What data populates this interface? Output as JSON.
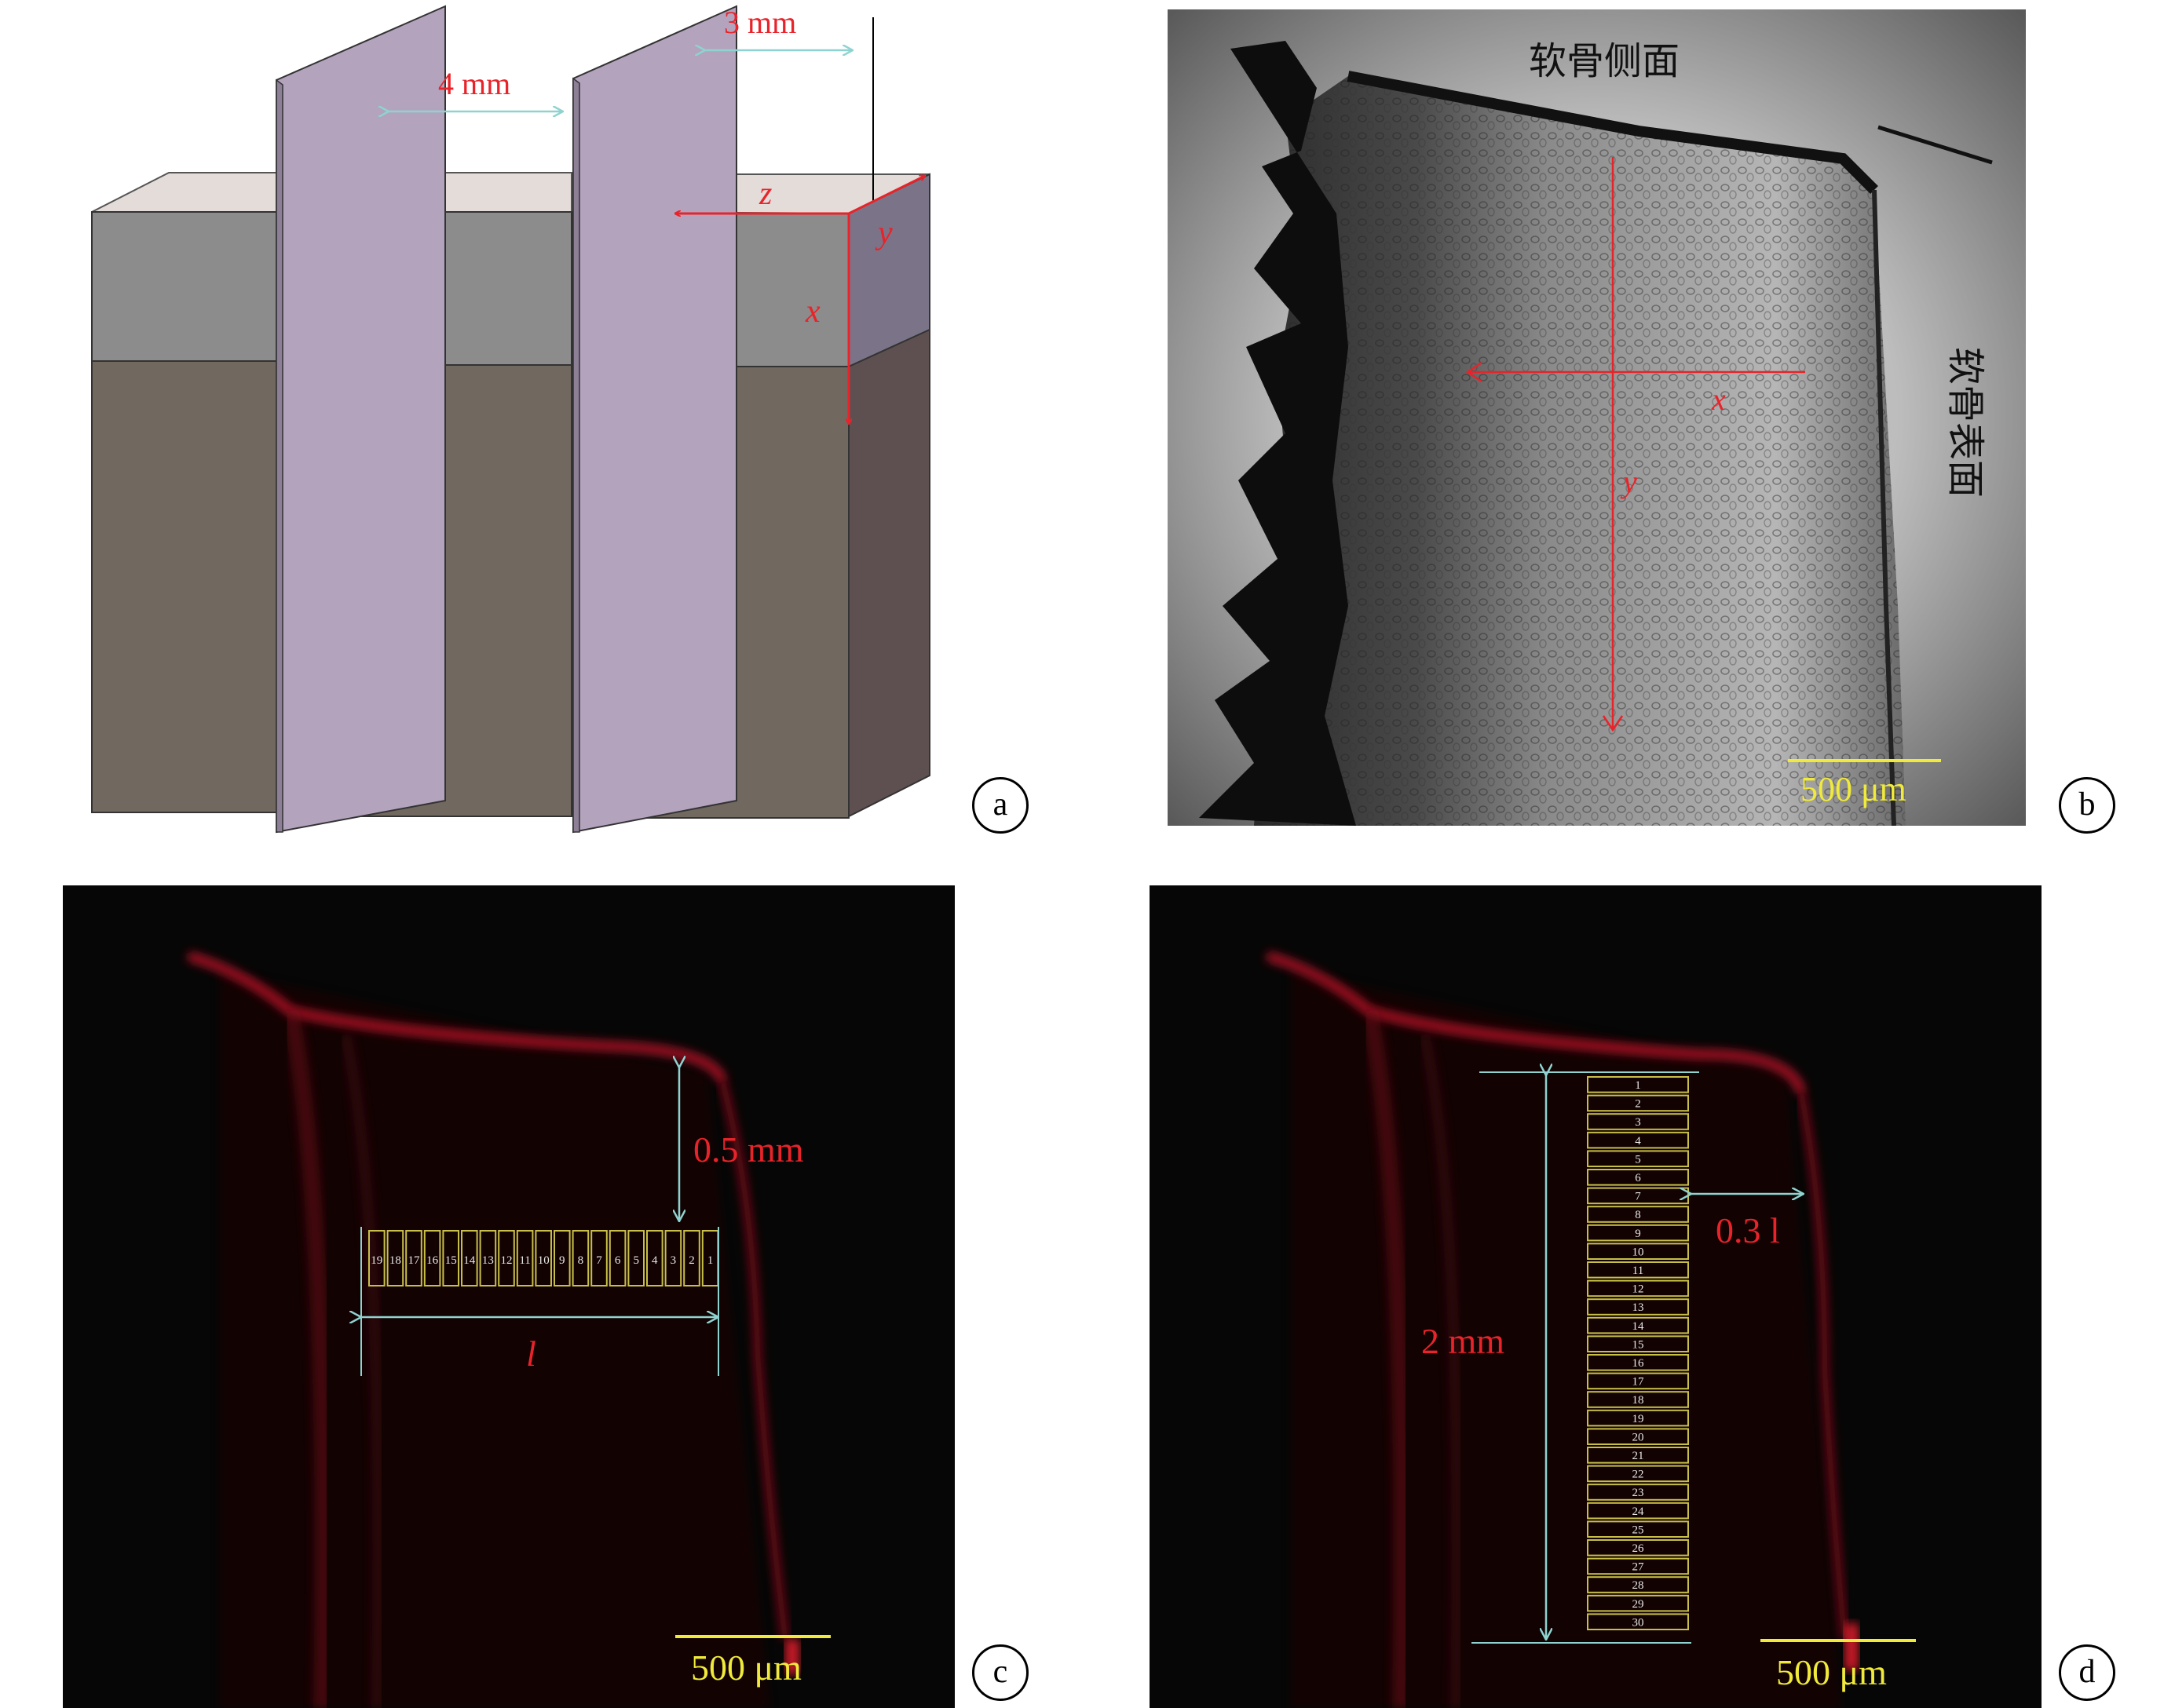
{
  "panel_a": {
    "label": "a",
    "dim_gap": "4 mm",
    "dim_edge": "3 mm",
    "axis_z": "z",
    "axis_y": "y",
    "axis_x": "x"
  },
  "panel_b": {
    "label": "b",
    "top_caption": "软骨侧面",
    "side_caption": "软骨表面",
    "axis_x": "x",
    "axis_y": "y",
    "scale_bar": "500 μm"
  },
  "panel_c": {
    "label": "c",
    "depth_label": "0.5 mm",
    "length_label": "l",
    "roi_numbers": [
      "19",
      "18",
      "17",
      "16",
      "15",
      "14",
      "13",
      "12",
      "11",
      "10",
      "9",
      "8",
      "7",
      "6",
      "5",
      "4",
      "3",
      "2",
      "1"
    ],
    "scale_bar": "500 μm"
  },
  "panel_d": {
    "label": "d",
    "depth_label": "2 mm",
    "offset_label": "0.3 l",
    "roi_numbers": [
      "1",
      "2",
      "3",
      "4",
      "5",
      "6",
      "7",
      "8",
      "9",
      "10",
      "11",
      "12",
      "13",
      "14",
      "15",
      "16",
      "17",
      "18",
      "19",
      "20",
      "21",
      "22",
      "23",
      "24",
      "25",
      "26",
      "27",
      "28",
      "29",
      "30"
    ],
    "scale_bar": "500 μm"
  },
  "colors": {
    "annotation_red": "#e8232a",
    "dimension_cyan": "#8fd3d0",
    "scale_yellow": "#f0ea3a",
    "roi_yellow": "#c8bf4a",
    "fluor_red": "#c8142a"
  }
}
